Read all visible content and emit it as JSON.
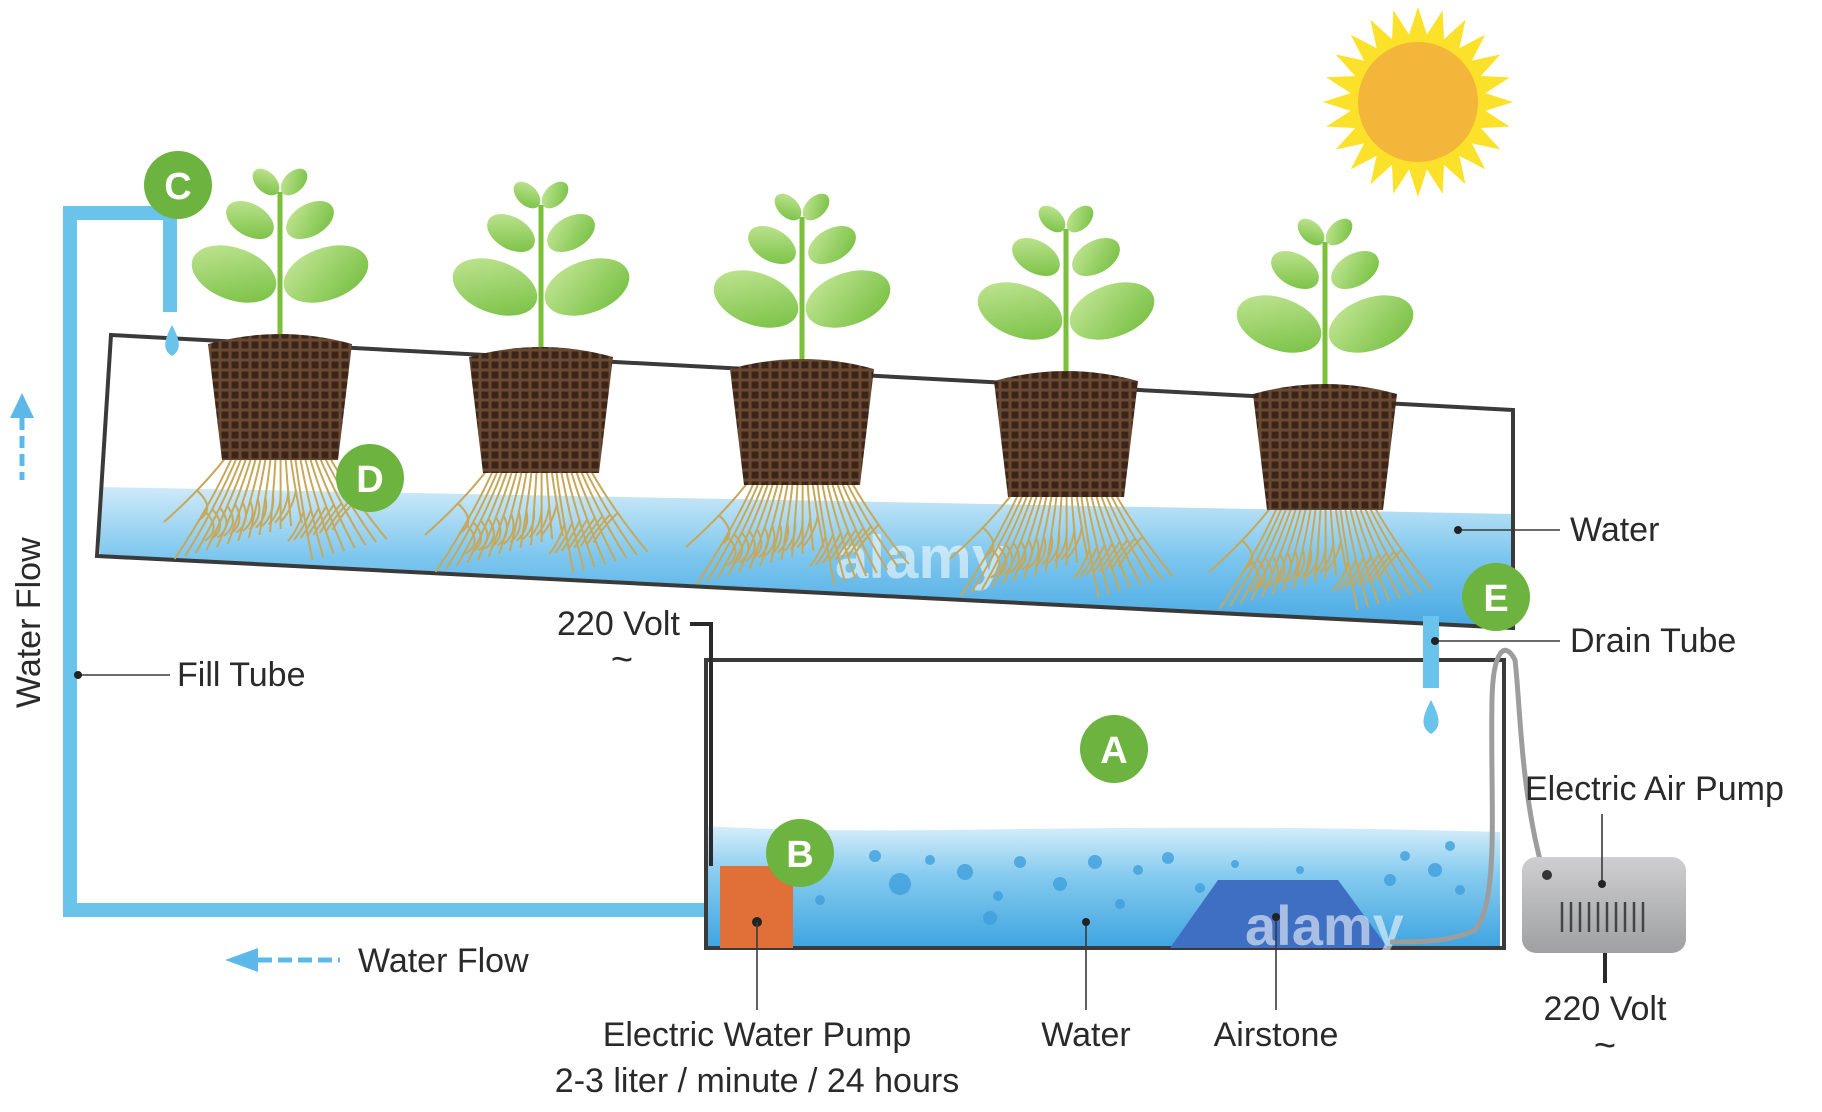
{
  "labels": {
    "water_top": "Water",
    "drain_tube": "Drain Tube",
    "fill_tube": "Fill Tube",
    "water_flow_vertical": "Water Flow",
    "water_flow_horizontal": "Water Flow",
    "volt_top": "220 Volt",
    "volt_bottom": "220 Volt",
    "electric_air_pump": "Electric Air Pump",
    "electric_water_pump": "Electric Water Pump",
    "pump_rate": "2-3 liter / minute / 24 hours",
    "water_reservoir": "Water",
    "airstone": "Airstone",
    "ac_symbol": "~"
  },
  "badges": {
    "a": "A",
    "b": "B",
    "c": "C",
    "d": "D",
    "e": "E"
  },
  "watermark": "alamy",
  "colors": {
    "badge_green": "#6db33f",
    "tube_blue": "#6ac3ea",
    "water_blue": "#5bb8e8",
    "pump_orange": "#e07038",
    "airstone_blue": "#3f6fc2",
    "air_pump_gray": "#b8b9bb",
    "sun_yellow": "#fbe12a",
    "sun_core": "#f3b53a",
    "leaf_green": "#8ccc4a",
    "root_tan": "#c7a85a",
    "pot_brown": "#4a3426"
  }
}
